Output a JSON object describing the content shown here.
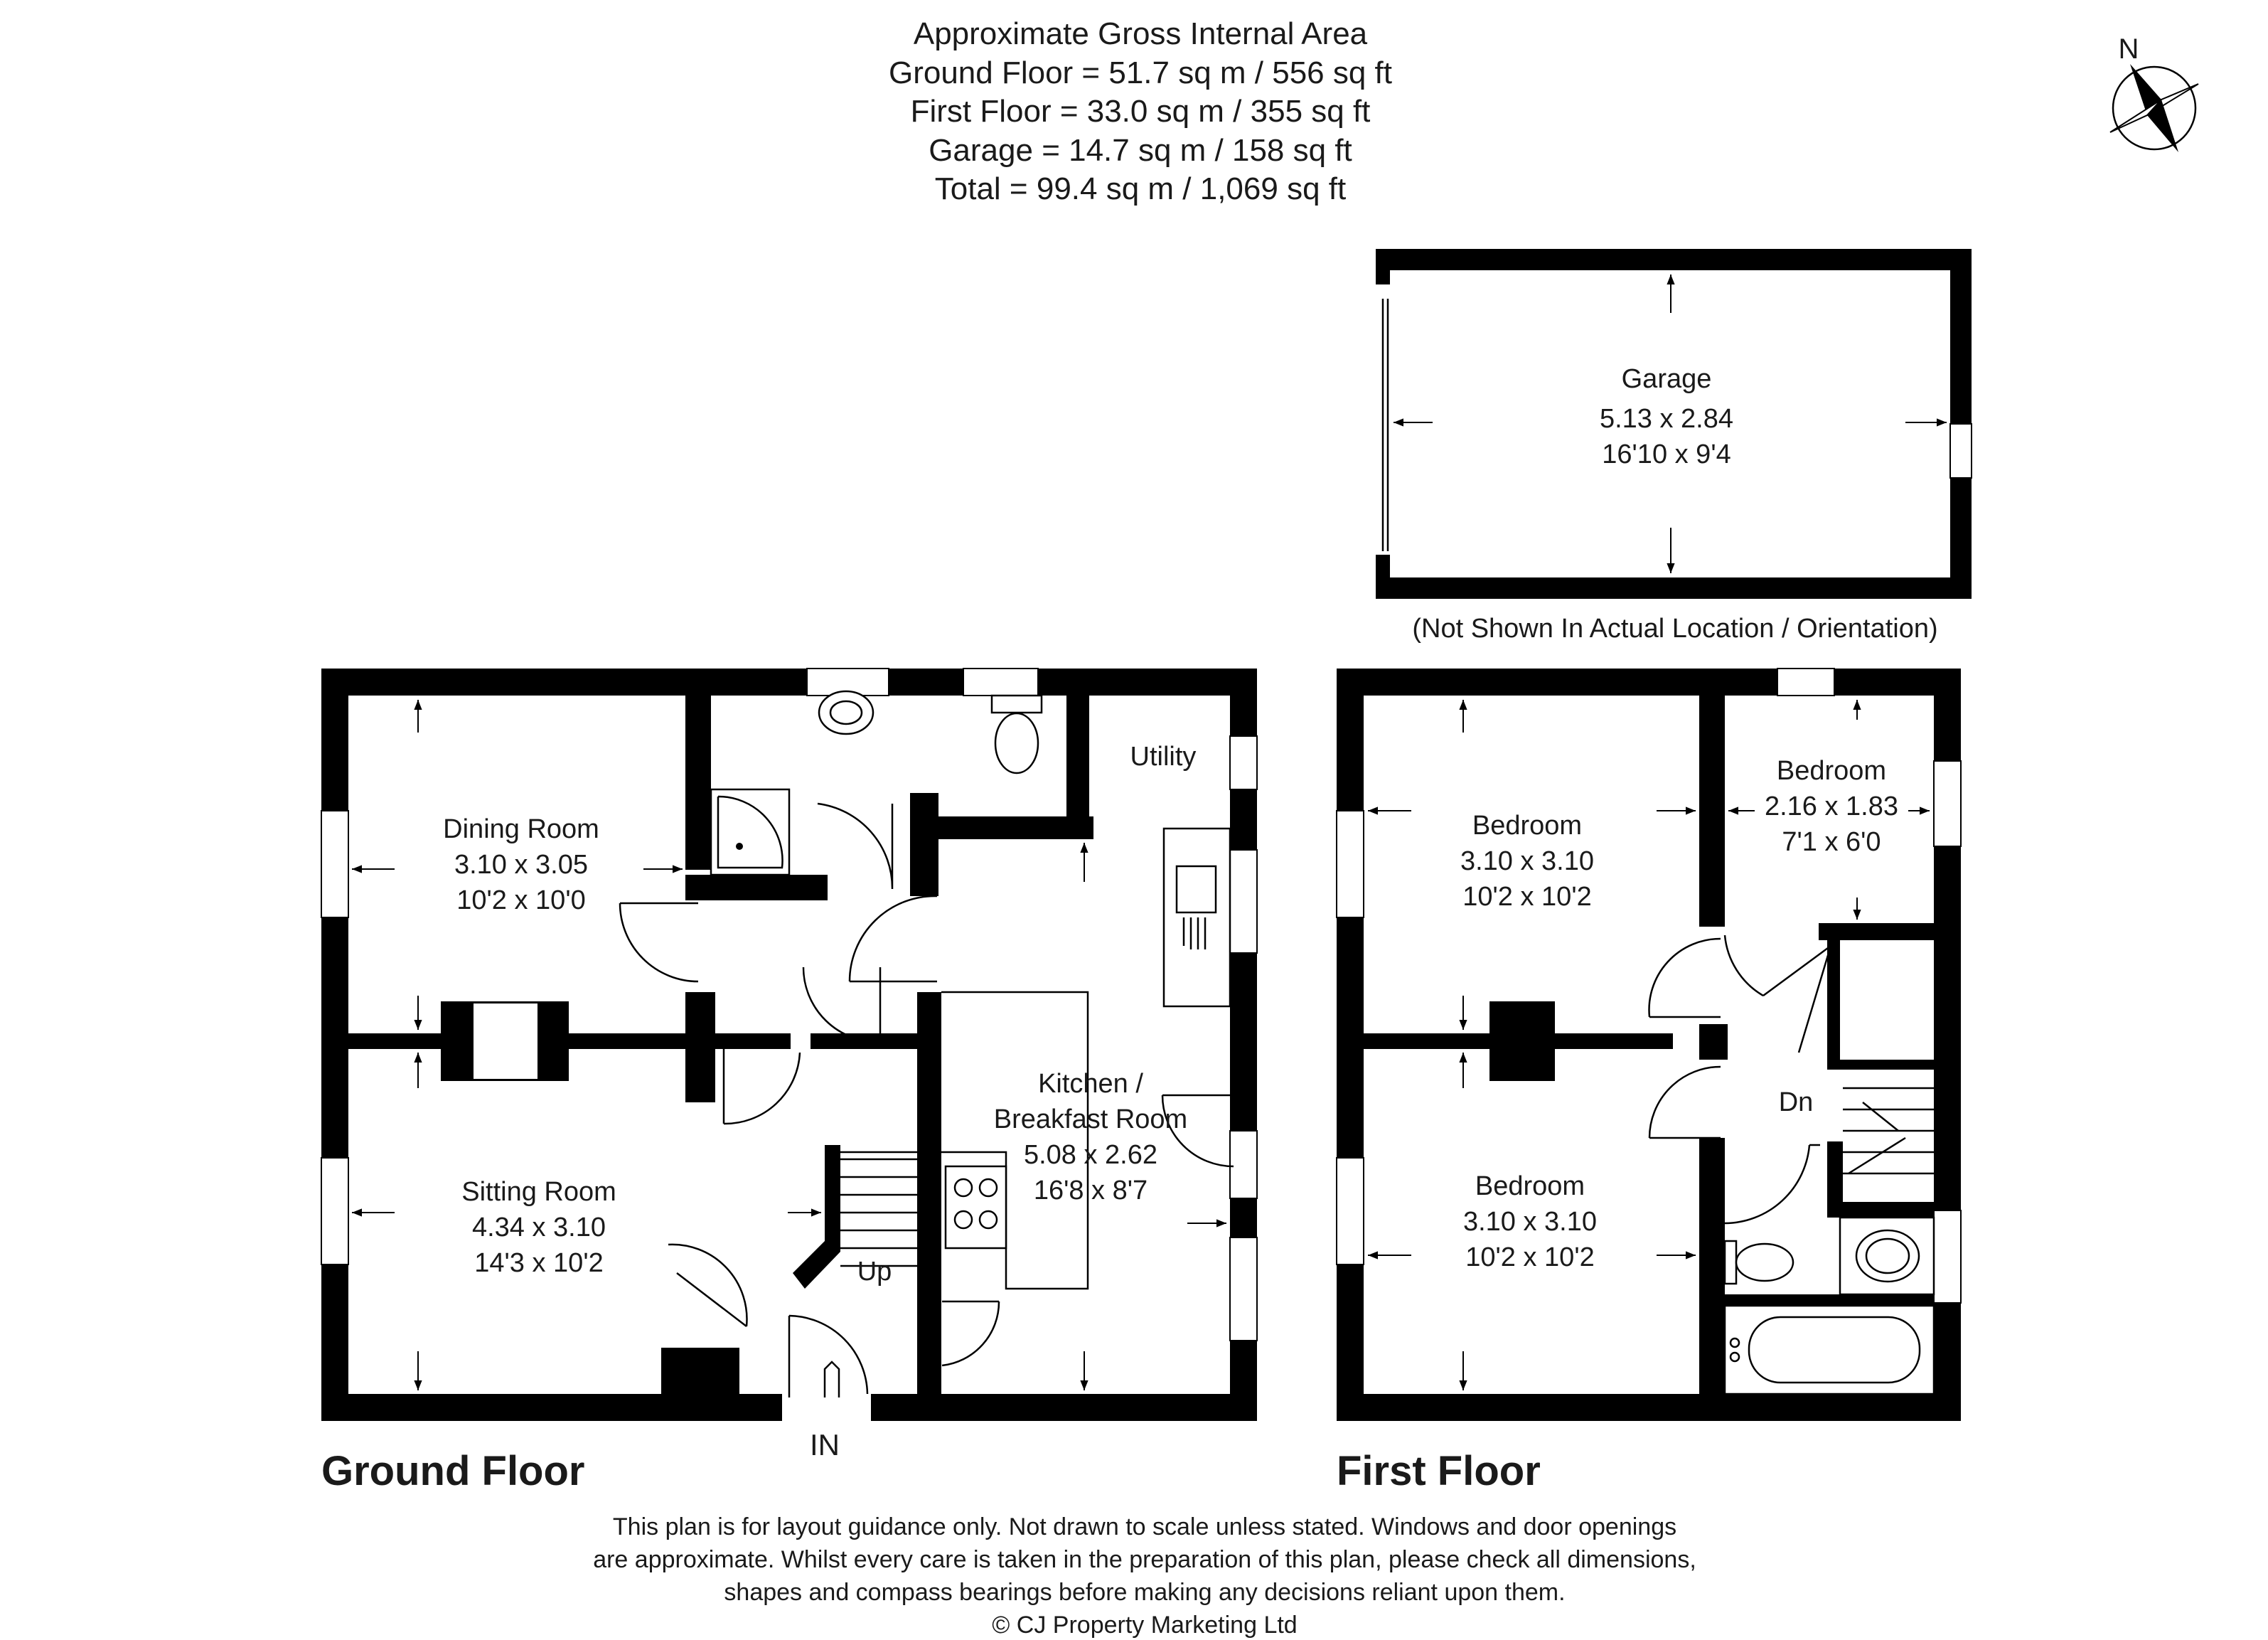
{
  "header": {
    "title": "Approximate Gross Internal Area",
    "ground_floor": "Ground Floor = 51.7 sq m / 556 sq ft",
    "first_floor": "First Floor = 33.0 sq m / 355 sq ft",
    "garage": "Garage = 14.7 sq m / 158 sq ft",
    "total": "Total = 99.4 sq m / 1,069 sq ft"
  },
  "compass": {
    "label": "N",
    "icon": "compass-star-icon"
  },
  "garage": {
    "name": "Garage",
    "metric": "5.13 x 2.84",
    "imperial": "16'10 x 9'4",
    "note": "(Not Shown In Actual Location / Orientation)"
  },
  "ground_floor": {
    "label": "Ground Floor",
    "dining": {
      "name": "Dining Room",
      "metric": "3.10 x 3.05",
      "imperial": "10'2 x 10'0"
    },
    "sitting": {
      "name": "Sitting Room",
      "metric": "4.34 x 3.10",
      "imperial": "14'3 x 10'2"
    },
    "utility": {
      "name": "Utility"
    },
    "kitchen": {
      "name_line1": "Kitchen /",
      "name_line2": "Breakfast Room",
      "metric": "5.08 x 2.62",
      "imperial": "16'8 x 8'7"
    },
    "stairs": "Up",
    "entrance": "IN"
  },
  "first_floor": {
    "label": "First Floor",
    "bedroom1": {
      "name": "Bedroom",
      "metric": "3.10 x 3.10",
      "imperial": "10'2 x 10'2"
    },
    "bedroom2": {
      "name": "Bedroom",
      "metric": "2.16 x 1.83",
      "imperial": "7'1 x 6'0"
    },
    "bedroom3": {
      "name": "Bedroom",
      "metric": "3.10 x 3.10",
      "imperial": "10'2 x 10'2"
    },
    "stairs": "Dn"
  },
  "footer": {
    "line1": "This plan is for layout guidance only. Not drawn to scale unless stated. Windows and door openings",
    "line2": "are approximate. Whilst every care is taken in the preparation of this plan, please check all dimensions,",
    "line3": "shapes and compass bearings before making any decisions reliant upon them.",
    "line4": "© CJ Property Marketing Ltd"
  }
}
